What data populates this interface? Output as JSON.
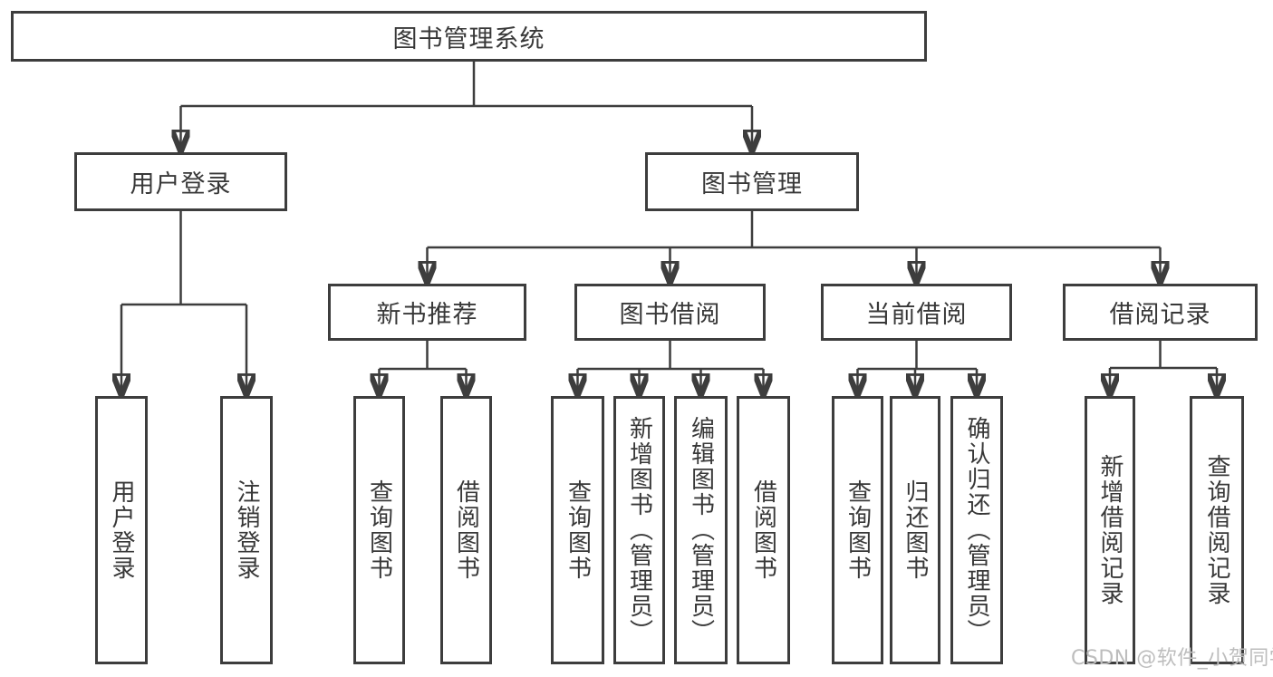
{
  "tree": {
    "label": "图书管理系统",
    "children": [
      {
        "label": "用户登录",
        "children": [
          {
            "label": "用户登录"
          },
          {
            "label": "注销登录"
          }
        ]
      },
      {
        "label": "图书管理",
        "children": [
          {
            "label": "新书推荐",
            "children": [
              {
                "label": "查询图书"
              },
              {
                "label": "借阅图书"
              }
            ]
          },
          {
            "label": "图书借阅",
            "children": [
              {
                "label": "查询图书"
              },
              {
                "label": "新增图书（管理员）"
              },
              {
                "label": "编辑图书（管理员）"
              },
              {
                "label": "借阅图书"
              }
            ]
          },
          {
            "label": "当前借阅",
            "children": [
              {
                "label": "查询图书"
              },
              {
                "label": "归还图书"
              },
              {
                "label": "确认归还（管理员）"
              }
            ]
          },
          {
            "label": "借阅记录",
            "children": [
              {
                "label": "新增借阅记录"
              },
              {
                "label": "查询借阅记录"
              }
            ]
          }
        ]
      }
    ]
  },
  "watermark": {
    "text": "CSDN @软件_小贺同学"
  },
  "colors": {
    "line": "#3d3d3d",
    "text": "#383838",
    "watermark": "#bdbdbd",
    "background": "#ffffff"
  }
}
